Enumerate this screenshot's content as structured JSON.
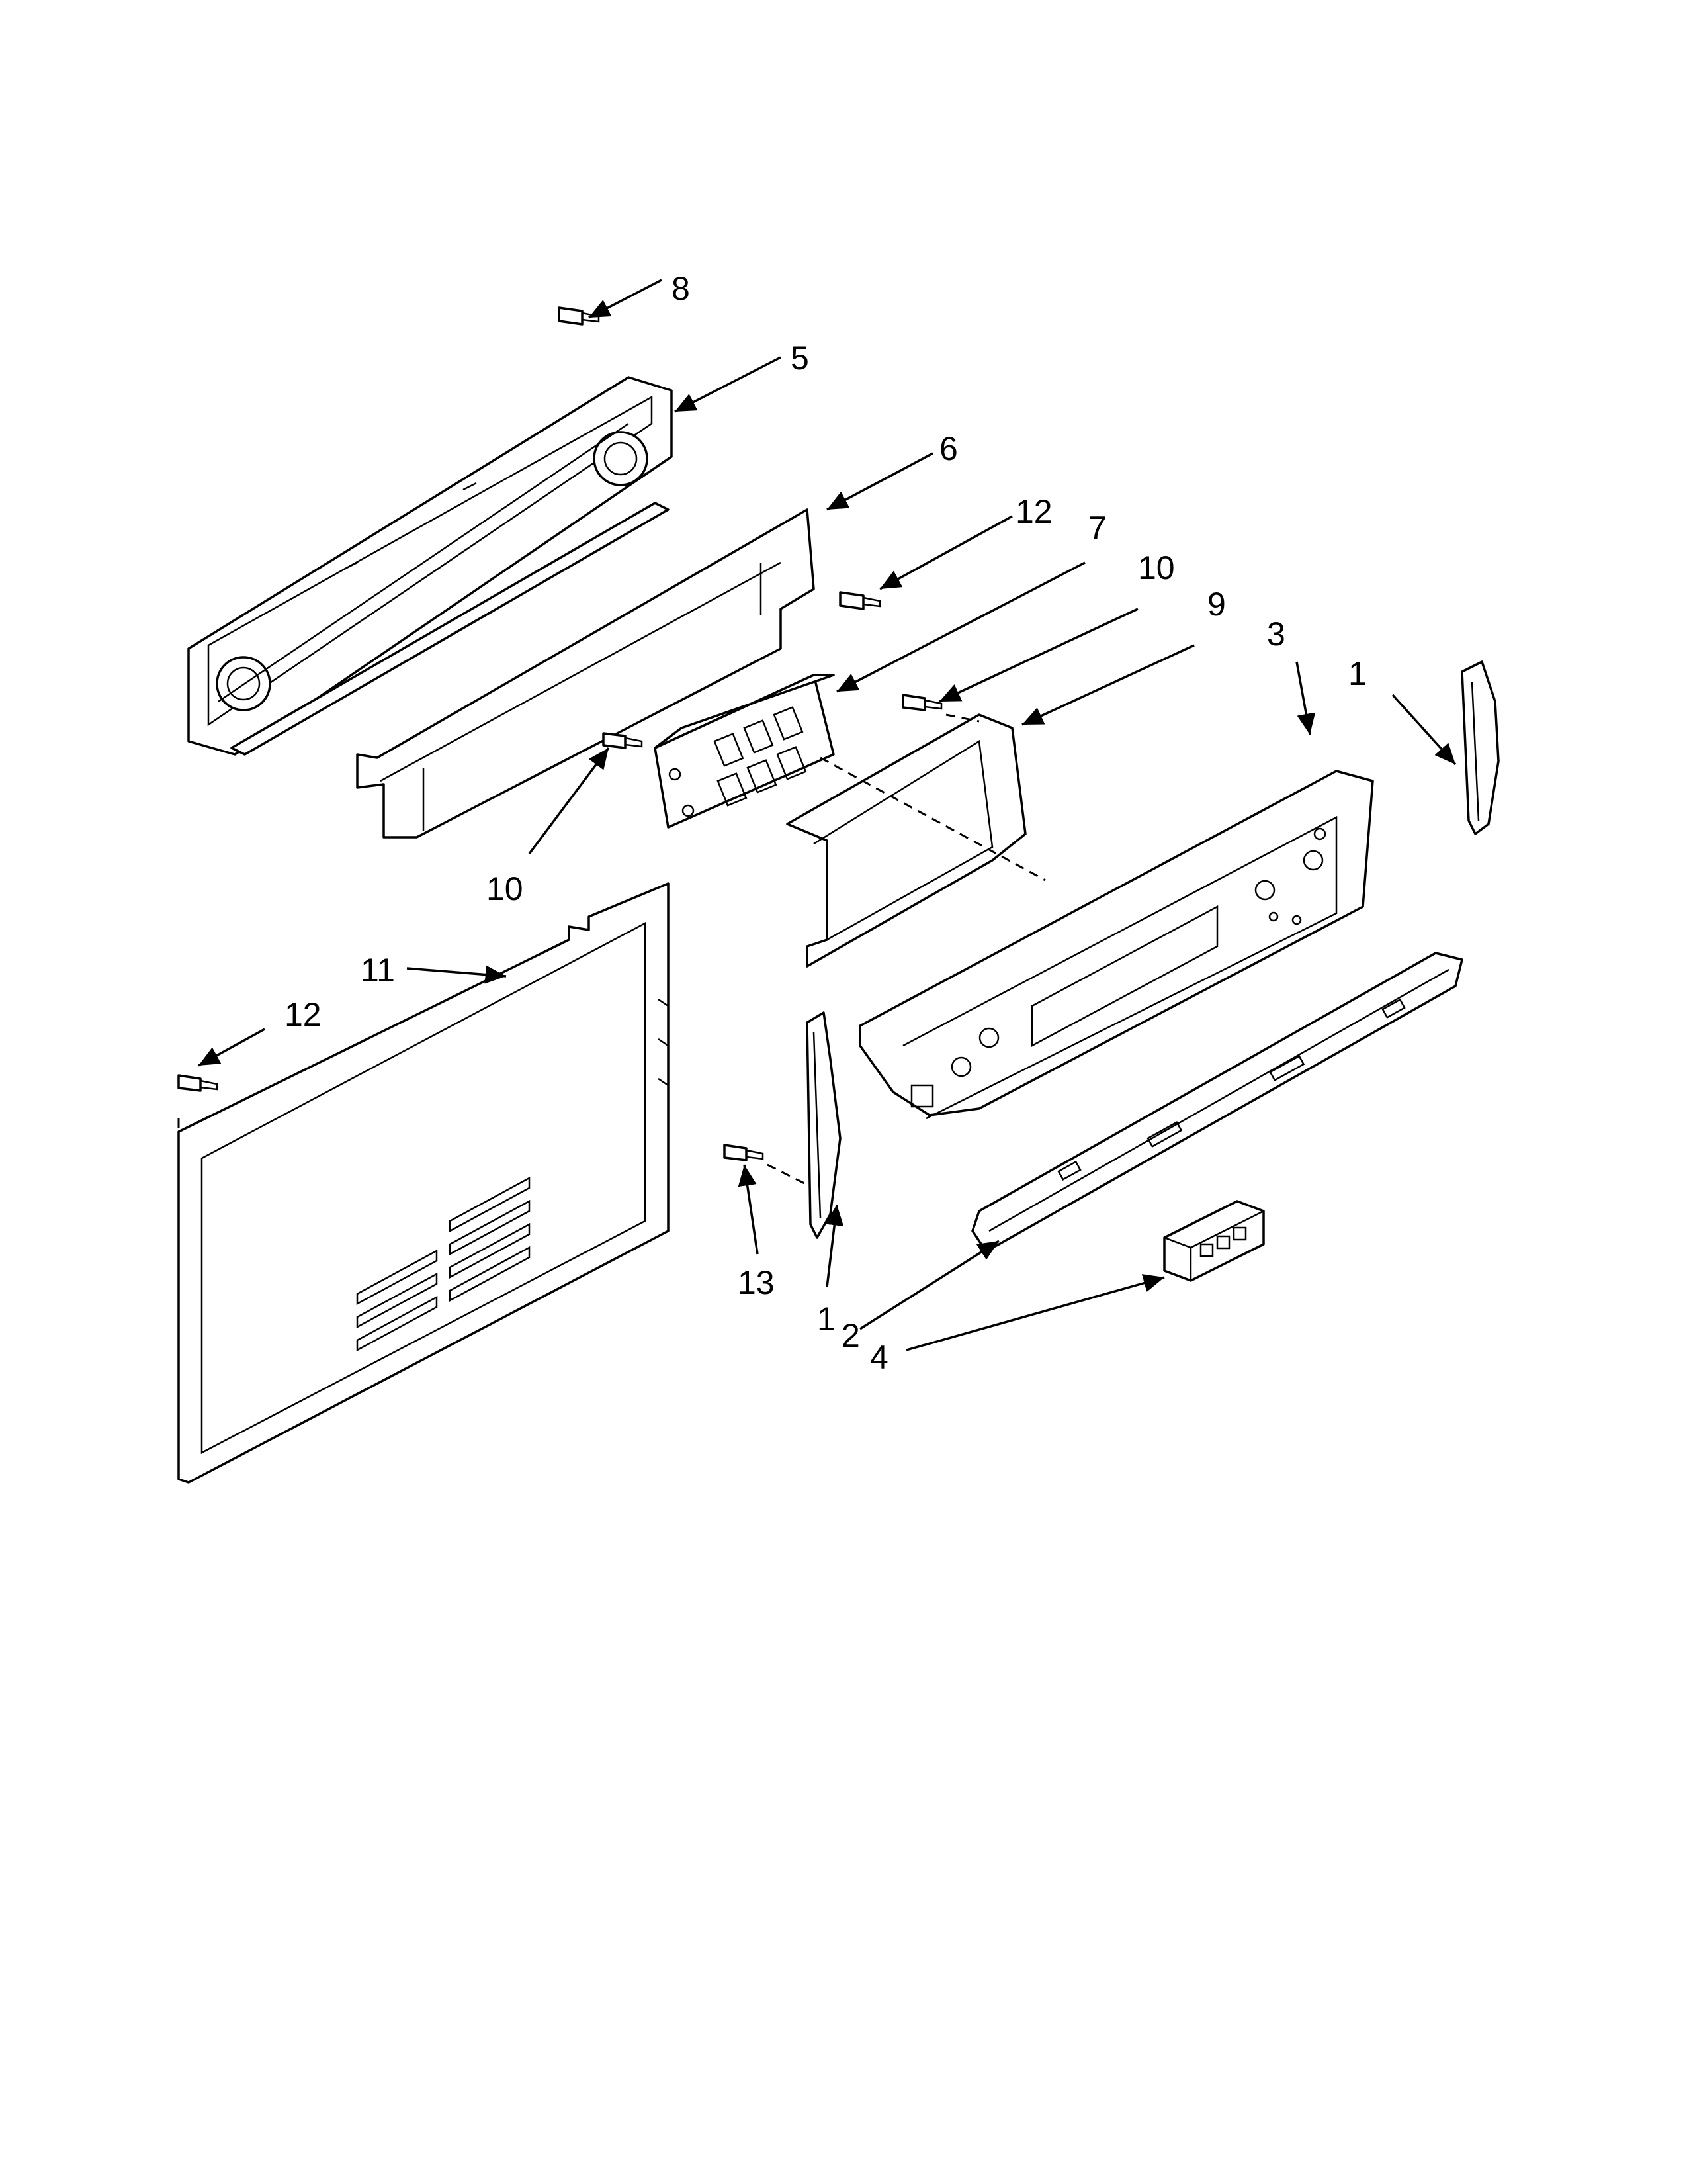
{
  "diagram": {
    "callouts": [
      {
        "id": "c8",
        "text": "8"
      },
      {
        "id": "c5",
        "text": "5"
      },
      {
        "id": "c6",
        "text": "6"
      },
      {
        "id": "c12a",
        "text": "12"
      },
      {
        "id": "c7",
        "text": "7"
      },
      {
        "id": "c10a",
        "text": "10"
      },
      {
        "id": "c9",
        "text": "9"
      },
      {
        "id": "c3",
        "text": "3"
      },
      {
        "id": "c1a",
        "text": "1"
      },
      {
        "id": "c10b",
        "text": "10"
      },
      {
        "id": "c11",
        "text": "11"
      },
      {
        "id": "c12b",
        "text": "12"
      },
      {
        "id": "c13",
        "text": "13"
      },
      {
        "id": "c1b",
        "text": "1"
      },
      {
        "id": "c2",
        "text": "2"
      },
      {
        "id": "c4",
        "text": "4"
      }
    ]
  }
}
